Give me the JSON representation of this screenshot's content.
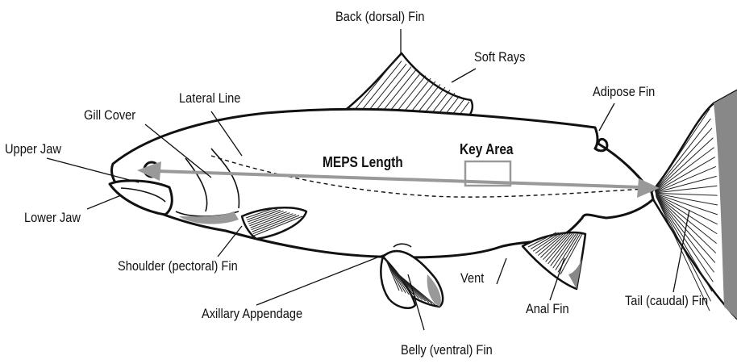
{
  "labels": {
    "back_dorsal_fin": "Back (dorsal) Fin",
    "soft_rays": "Soft Rays",
    "adipose_fin": "Adipose Fin",
    "lateral_line": "Lateral Line",
    "gill_cover": "Gill Cover",
    "upper_jaw": "Upper Jaw",
    "lower_jaw": "Lower Jaw",
    "meps_length": "MEPS Length",
    "key_area": "Key Area",
    "shoulder_pectoral_fin": "Shoulder (pectoral) Fin",
    "axillary_appendage": "Axillary Appendage",
    "vent": "Vent",
    "anal_fin": "Anal Fin",
    "tail_caudal_fin": "Tail (caudal) Fin",
    "belly_ventral_fin": "Belly (ventral) Fin"
  },
  "colors": {
    "outline": "#111111",
    "meps_arrow": "#999999",
    "key_area_box": "#999999",
    "fin_shading": "#888888"
  }
}
